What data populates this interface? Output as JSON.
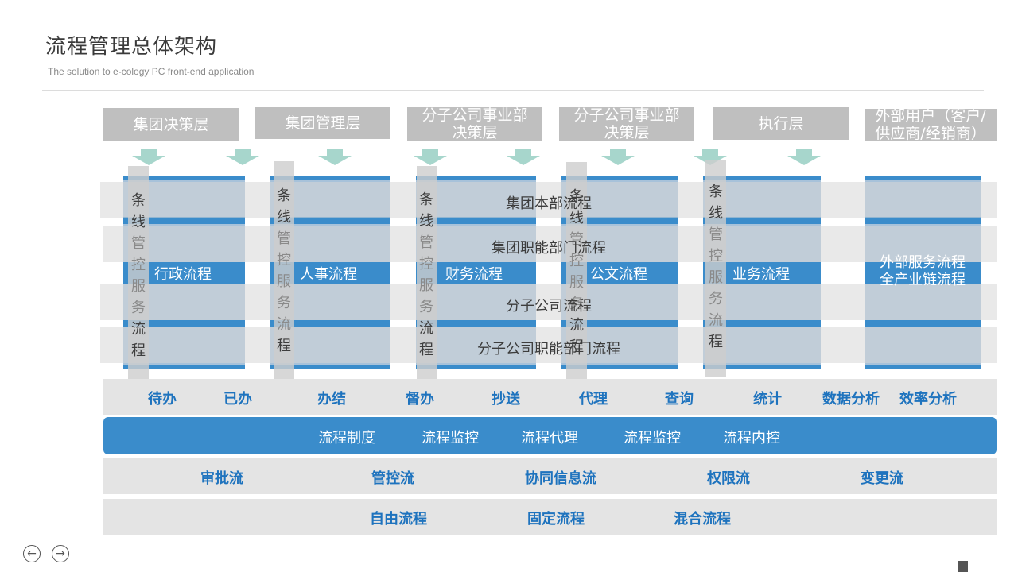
{
  "header": {
    "title": "流程管理总体架构",
    "subtitle": "The solution to e-cology PC front-end application"
  },
  "layers": [
    "集团决策层",
    "集团管理层",
    "分子公司事业部\n决策层",
    "分子公司事业部\n决策层",
    "执行层",
    "外部用户（客户/\n供应商/经销商）"
  ],
  "bands": [
    "集团本部流程",
    "集团职能部门流程",
    "分子公司流程",
    "分子公司职能部门流程"
  ],
  "vertical_label": "条线管控服务流程",
  "columns": [
    "行政流程",
    "人事流程",
    "财务流程",
    "公文流程",
    "业务流程"
  ],
  "external_column": {
    "line1": "外部服务流程",
    "line2": "全产业链流程"
  },
  "actions": [
    "待办",
    "已办",
    "办结",
    "督办",
    "抄送",
    "代理",
    "查询",
    "统计",
    "数据分析",
    "效率分析"
  ],
  "tools": [
    "流程制度",
    "流程监控",
    "流程代理",
    "流程监控",
    "流程内控"
  ],
  "flows": [
    "审批流",
    "管控流",
    "协同信息流",
    "权限流",
    "变更流"
  ],
  "modes": [
    "自由流程",
    "固定流程",
    "混合流程"
  ],
  "nav": {
    "prev_icon": "arrow-left-icon",
    "next_icon": "arrow-right-icon"
  },
  "colors": {
    "accent_blue": "#3a8ccb",
    "column_blue": "#a7c2da",
    "arrow_green": "#a7d6cc",
    "layer_gray": "#bfbfbf"
  }
}
